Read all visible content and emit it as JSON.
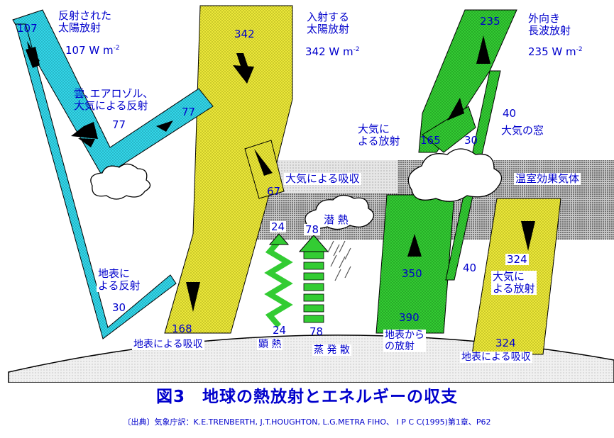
{
  "colors": {
    "cyan": "#33d6e8",
    "yellow": "#ece83a",
    "green": "#33cc33",
    "text": "#0000cc",
    "outline": "#000000"
  },
  "labels": {
    "reflected_solar": "反射された\n太陽放射",
    "reflected_solar_value": "107",
    "reflected_solar_unit": "W m",
    "reflected_solar_exp": "-2",
    "incoming_solar": "入射する\n太陽放射",
    "incoming_solar_value": "342",
    "incoming_solar_unit": "W m",
    "incoming_solar_exp": "-2",
    "outgoing_longwave": "外向き\n長波放射",
    "outgoing_longwave_value": "235",
    "outgoing_longwave_unit": "W m",
    "outgoing_longwave_exp": "-2",
    "cloud_reflection": "雲､エアロゾル､\n大気による反射",
    "cloud_reflection_value": "77",
    "atmos_emission": "大気に\nよる放射",
    "atmos_window": "大気の窓",
    "atmos_absorption": "大気による吸収",
    "greenhouse_gas": "温室効果気体",
    "latent_heat": "潜 熱",
    "surface_reflection": "地表に\nよる反射",
    "surface_reflection_value": "30",
    "back_radiation": "大気に\nよる放射",
    "surface_absorption_left": "地表による吸収",
    "sensible_heat": "顕 熱",
    "evapotranspiration": "蒸 発 散",
    "surface_emission": "地表から\nの放射",
    "surface_absorption_right": "地表による吸収"
  },
  "values": {
    "reflected_top": "107",
    "incoming_top": "342",
    "outgoing_top": "235",
    "cloud_reflect": "77",
    "atmos_absorb": "67",
    "atmos_emit": "165",
    "window": "30",
    "window_side": "40",
    "sensible_top": "24",
    "latent_top": "78",
    "surface_emit": "350",
    "surface_up": "390",
    "window_low": "40",
    "back_rad_top": "324",
    "back_rad_bottom": "324",
    "surface_absorb": "168",
    "sensible_bottom": "24",
    "latent_bottom": "78"
  },
  "caption": {
    "title": "図3　地球の熱放射とエネルギーの収支",
    "source": "〔出典〕気象庁訳：K.E.TRENBERTH, J.T.HOUGHTON, L.G.METRA FIHO、 I P C C(1995)第1章、P62"
  }
}
